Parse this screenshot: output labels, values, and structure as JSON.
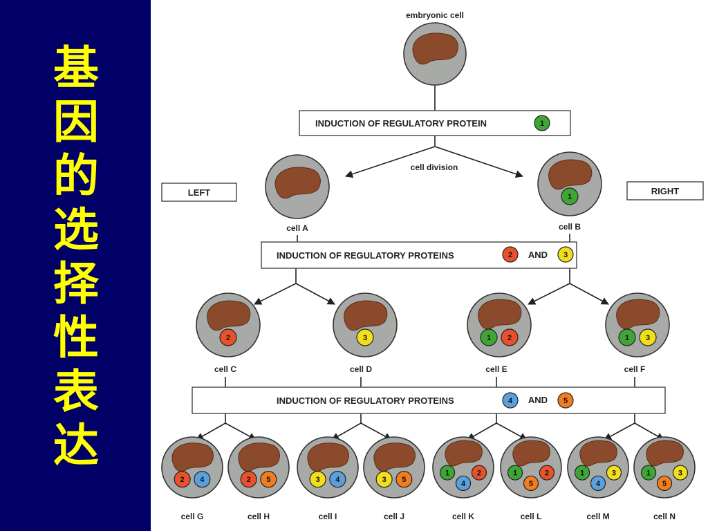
{
  "title": {
    "chars": [
      "基",
      "因",
      "的",
      "选",
      "择",
      "性",
      "表",
      "达"
    ]
  },
  "colors": {
    "background": "#000066",
    "title_text": "#ffff00",
    "cell_fill": "#a8aaa8",
    "nucleus": "#8b4a2b",
    "protein_1": "#3fa535",
    "protein_2": "#e8512a",
    "protein_3": "#f1de1c",
    "protein_4": "#5aa0dc",
    "protein_5": "#f07d1e"
  },
  "diagram": {
    "embryonic_label": "embryonic cell",
    "division_label": "cell division",
    "side_left": "LEFT",
    "side_right": "RIGHT",
    "induction_1": {
      "text": "INDUCTION OF REGULATORY PROTEIN",
      "proteins": [
        "1"
      ]
    },
    "induction_2": {
      "text": "INDUCTION OF REGULATORY PROTEINS",
      "and": "AND",
      "proteins": [
        "2",
        "3"
      ]
    },
    "induction_3": {
      "text": "INDUCTION OF REGULATORY PROTEINS",
      "and": "AND",
      "proteins": [
        "4",
        "5"
      ]
    },
    "cells": {
      "A": {
        "label": "cell A",
        "proteins": []
      },
      "B": {
        "label": "cell B",
        "proteins": [
          "1"
        ]
      },
      "C": {
        "label": "cell C",
        "proteins": [
          "2"
        ]
      },
      "D": {
        "label": "cell D",
        "proteins": [
          "3"
        ]
      },
      "E": {
        "label": "cell E",
        "proteins": [
          "1",
          "2"
        ]
      },
      "F": {
        "label": "cell F",
        "proteins": [
          "1",
          "3"
        ]
      },
      "G": {
        "label": "cell G",
        "proteins": [
          "2",
          "4"
        ]
      },
      "H": {
        "label": "cell H",
        "proteins": [
          "2",
          "5"
        ]
      },
      "I": {
        "label": "cell I",
        "proteins": [
          "3",
          "4"
        ]
      },
      "J": {
        "label": "cell J",
        "proteins": [
          "3",
          "5"
        ]
      },
      "K": {
        "label": "cell K",
        "proteins": [
          "1",
          "2",
          "4"
        ]
      },
      "L": {
        "label": "cell L",
        "proteins": [
          "1",
          "2",
          "5"
        ]
      },
      "M": {
        "label": "cell M",
        "proteins": [
          "1",
          "3",
          "4"
        ]
      },
      "N": {
        "label": "cell N",
        "proteins": [
          "1",
          "3",
          "5"
        ]
      }
    }
  }
}
